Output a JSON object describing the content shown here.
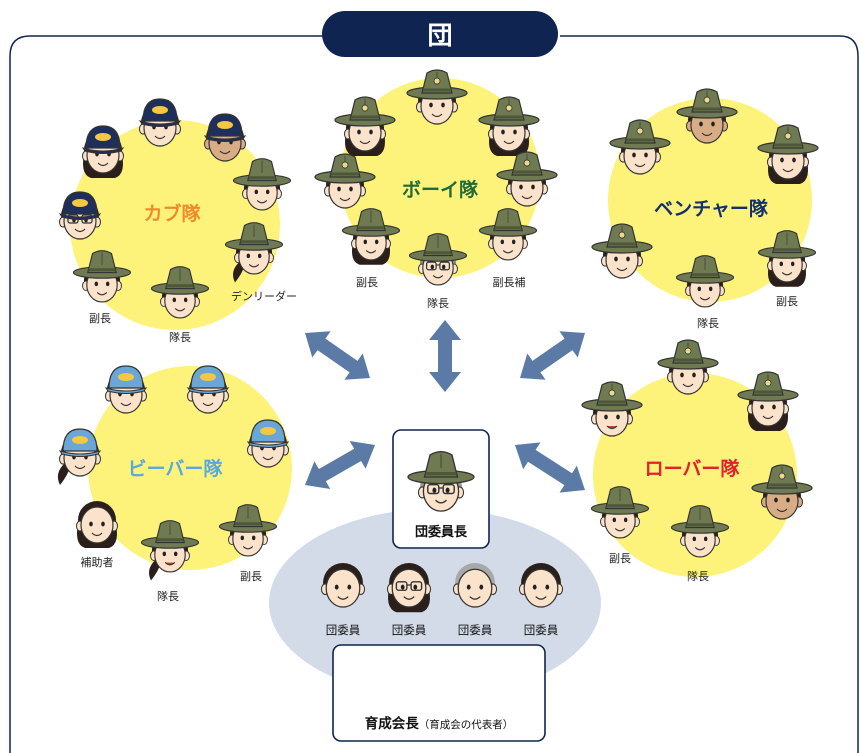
{
  "header": {
    "title": "団"
  },
  "colors": {
    "navy": "#0f2450",
    "blob_yellow": "#fdf37a",
    "arrow": "#5b7ba6",
    "council_oval": "#d3dbe8",
    "cub_title": "#f08a2c",
    "boy_title": "#1f6a38",
    "venture_title": "#12306e",
    "beaver_title": "#5aa8dc",
    "rover_title": "#e2202e",
    "hat": "#6f7a52",
    "skin": "#fbe3cb"
  },
  "groups": {
    "cub": {
      "title": "カブ隊",
      "roles": {
        "vice": "副長",
        "leader": "隊長",
        "den": "デンリーダー"
      }
    },
    "boy": {
      "title": "ボーイ隊",
      "roles": {
        "vice": "副長",
        "leader": "隊長",
        "assistant": "副長補"
      }
    },
    "venture": {
      "title": "ベンチャー隊",
      "roles": {
        "leader": "隊長",
        "vice": "副長"
      }
    },
    "beaver": {
      "title": "ビーバー隊",
      "roles": {
        "helper": "補助者",
        "leader": "隊長",
        "vice": "副長"
      }
    },
    "rover": {
      "title": "ローバー隊",
      "roles": {
        "vice": "副長",
        "leader": "隊長"
      }
    }
  },
  "council": {
    "chair": "団委員長",
    "members": [
      "団委員",
      "団委員",
      "団委員",
      "団委員"
    ],
    "president": "育成会長",
    "president_note": "（育成会の代表者）"
  }
}
